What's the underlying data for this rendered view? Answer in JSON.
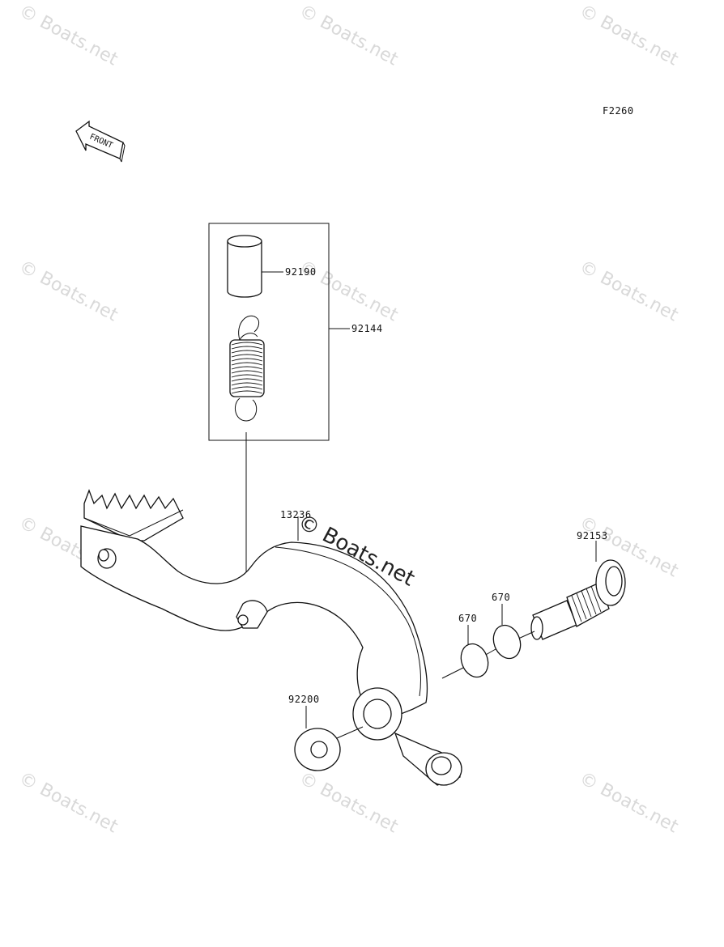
{
  "diagram": {
    "code": "F2260",
    "front_label": "FRONT",
    "watermark": "© Boats.net",
    "parts": [
      {
        "id": "92190"
      },
      {
        "id": "92144"
      },
      {
        "id": "13236"
      },
      {
        "id": "92153"
      },
      {
        "id": "670"
      },
      {
        "id": "670"
      },
      {
        "id": "92200"
      }
    ]
  }
}
